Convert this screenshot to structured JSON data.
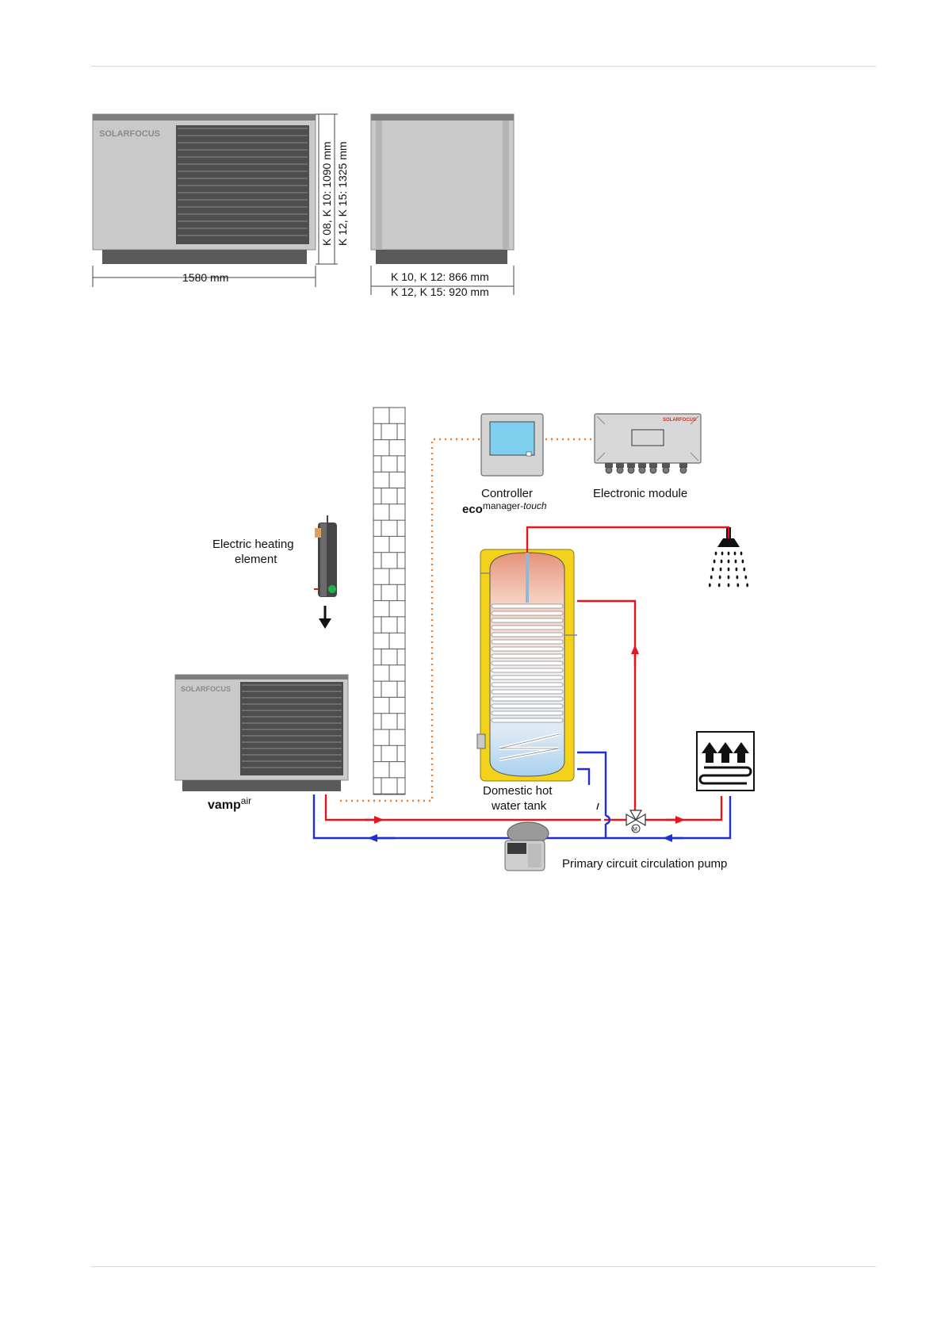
{
  "dimensions_figure": {
    "front_brand": "SOLARFOCUS",
    "height_label_1": "K 08, K 10: 1090 mm",
    "height_label_2": "K 12, K 15: 1325 mm",
    "width_label": "1580 mm",
    "depth_label_1": "K 10, K 12: 866 mm",
    "depth_label_2": "K 12, K 15: 920 mm"
  },
  "schematic": {
    "controller_label": "Controller",
    "controller_eco": "eco",
    "controller_manager": "manager-",
    "controller_touch": "touch",
    "electronic_module_label": "Electronic module",
    "module_brand": "SOLARFOCUS",
    "heating_element_line1": "Electric heating",
    "heating_element_line2": "element",
    "heat_pump_brand": "SOLARFOCUS",
    "vamp_bold": "vamp",
    "vamp_sup": "air",
    "tank_line1": "Domestic hot",
    "tank_line2": "water tank",
    "pump_label": "Primary circuit circulation pump",
    "valve_motor_symbol": "M"
  },
  "colors": {
    "supply_line": "#e8141b",
    "return_line": "#1f2fd6",
    "signal_line": "#f07a2a",
    "tank_insulation": "#f2d21a",
    "unit_body": "#c6c6c6",
    "louver": "#5e5e5e"
  }
}
